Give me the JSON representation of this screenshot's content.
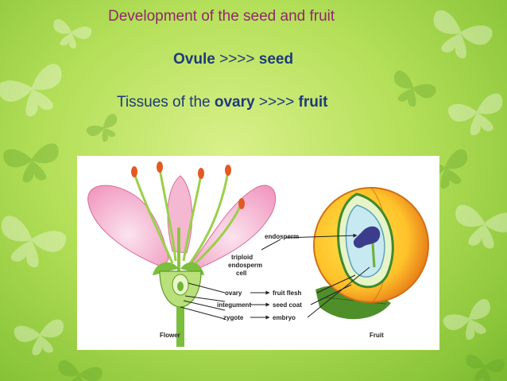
{
  "slide": {
    "title": "Development of the seed and fruit",
    "line1": {
      "term1": "Ovule",
      "arrow": ">>>>",
      "term2": "seed"
    },
    "line2": {
      "prefix": "Tissues of the",
      "term1": "ovary",
      "arrow": ">>>>",
      "term2": "fruit"
    }
  },
  "figure": {
    "labels": {
      "endosperm": "endosperm",
      "triploid": "triploid",
      "endosperm_cell_line1": "endosperm",
      "endosperm_cell_line2": "cell",
      "ovary": "ovary",
      "integument": "integument",
      "zygote": "zygote",
      "fruit_flesh": "fruit flesh",
      "seed_coat": "seed coat",
      "embryo": "embryo",
      "flower": "Flower",
      "fruit": "Fruit"
    }
  },
  "colors": {
    "title": "#8e2a6a",
    "body_text": "#1e3a78",
    "background_green": "#b5e05a"
  }
}
